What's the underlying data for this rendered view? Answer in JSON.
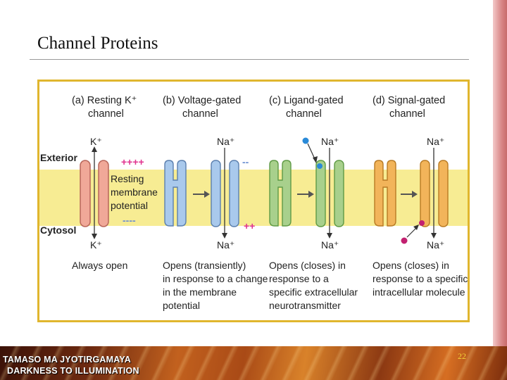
{
  "slide": {
    "title": "Channel Proteins",
    "page_number": "22"
  },
  "banner": {
    "line1": "TAMASO MA JYOTIRGAMAYA",
    "line2": "DARKNESS TO ILLUMINATION"
  },
  "figure": {
    "side_labels": {
      "exterior": "Exterior",
      "cytosol": "Cytosol"
    },
    "panels": [
      {
        "tag": "(a)",
        "title_line1": "Resting K⁺",
        "title_line2": "channel",
        "top_ion": "K⁺",
        "bottom_ion": "K⁺",
        "desc": [
          "Always open"
        ]
      },
      {
        "tag": "(b)",
        "title_line1": "Voltage-gated",
        "title_line2": "channel",
        "top_ion": "Na⁺",
        "bottom_ion": "Na⁺",
        "desc": [
          "Opens (transiently)",
          "in response to a change",
          "in the membrane",
          "potential"
        ]
      },
      {
        "tag": "(c)",
        "title_line1": "Ligand-gated",
        "title_line2": "channel",
        "top_ion": "Na⁺",
        "bottom_ion": "Na⁺",
        "desc": [
          "Opens (closes) in",
          "response to a",
          "specific extracellular",
          "neurotransmitter"
        ]
      },
      {
        "tag": "(d)",
        "title_line1": "Signal-gated",
        "title_line2": "channel",
        "top_ion": "Na⁺",
        "bottom_ion": "Na⁺",
        "desc": [
          "Opens (closes) in",
          "response to a specific",
          "intracellular molecule"
        ]
      }
    ],
    "resting_label": [
      "Resting",
      "membrane",
      "potential"
    ],
    "charges": {
      "a_exterior": "++++",
      "a_cytosol": "----",
      "b_exterior": "--",
      "b_cytosol": "++"
    }
  },
  "colors": {
    "membrane": "#f7ec93",
    "frame": "#e0b62e",
    "channel_a": "#f0a898",
    "channel_b": "#a9c9ec",
    "channel_c": "#a8d08c",
    "channel_d": "#f2b45a",
    "charge": "#e0338f",
    "ligand": "#2a8ad8",
    "signal": "#c22070"
  }
}
